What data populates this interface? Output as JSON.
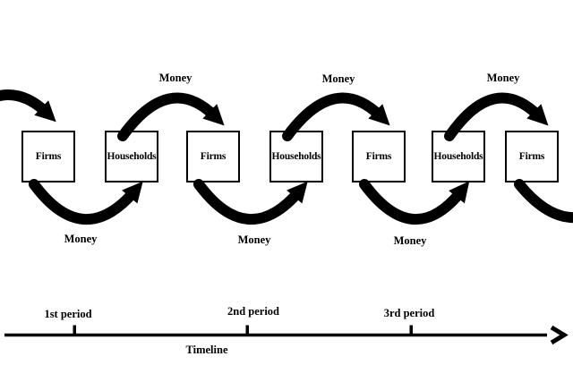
{
  "diagram": {
    "boxes": [
      {
        "label": "Firms"
      },
      {
        "label": "Households"
      },
      {
        "label": "Firms"
      },
      {
        "label": "Households"
      },
      {
        "label": "Firms"
      },
      {
        "label": "Households"
      },
      {
        "label": "Firms"
      }
    ],
    "flows": {
      "top": [
        {
          "label": "Money",
          "from": "Households",
          "to": "Firms"
        },
        {
          "label": "Money",
          "from": "Households",
          "to": "Firms"
        },
        {
          "label": "Money",
          "from": "Households",
          "to": "Firms"
        }
      ],
      "bottom": [
        {
          "label": "Money",
          "from": "Firms",
          "to": "Households"
        },
        {
          "label": "Money",
          "from": "Firms",
          "to": "Households"
        },
        {
          "label": "Money",
          "from": "Firms",
          "to": "Households"
        }
      ]
    },
    "timeline": {
      "label": "Timeline",
      "periods": [
        "1st period",
        "2nd period",
        "3rd period"
      ]
    },
    "colors": {
      "ink": "#000000",
      "background": "#ffffff"
    }
  }
}
